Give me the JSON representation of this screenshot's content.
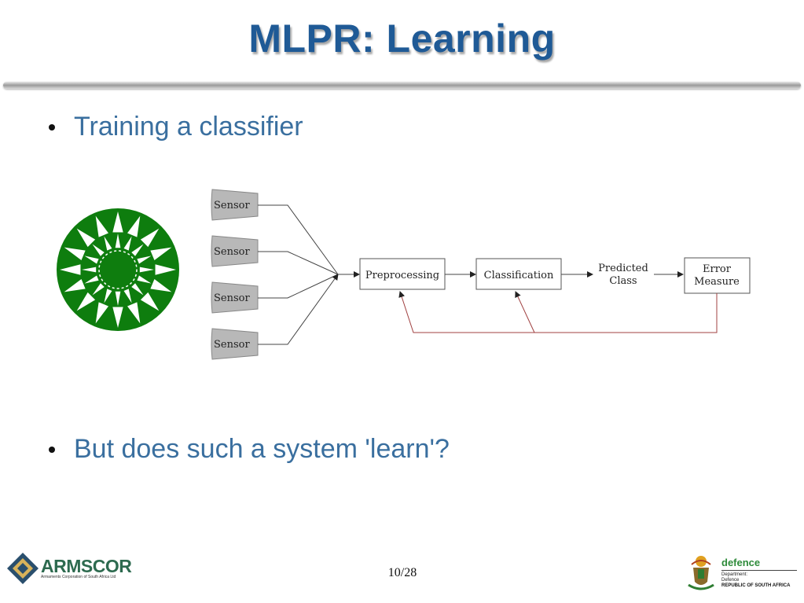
{
  "slide": {
    "title": "MLPR: Learning",
    "bullets": [
      "Training a classifier",
      "But does such a system 'learn'?"
    ],
    "page": "10/28"
  },
  "diagram": {
    "sensors": [
      "Sensor",
      "Sensor",
      "Sensor",
      "Sensor"
    ],
    "preprocessing": "Preprocessing",
    "classification": "Classification",
    "predicted_line1": "Predicted",
    "predicted_line2": "Class",
    "error_line1": "Error",
    "error_line2": "Measure"
  },
  "footer": {
    "armscor_name": "ARMSCOR",
    "armscor_sub": "Armaments Corporation of South Africa Ltd",
    "defence_word": "defence",
    "defence_line1": "Department:",
    "defence_line2": "Defence",
    "defence_line3": "REPUBLIC OF SOUTH AFRICA"
  },
  "colors": {
    "title": "#1f5a96",
    "bullet_text": "#3a6f9f",
    "rosette_green": "#0e7d0e",
    "feedback_arrow": "#a04040"
  }
}
